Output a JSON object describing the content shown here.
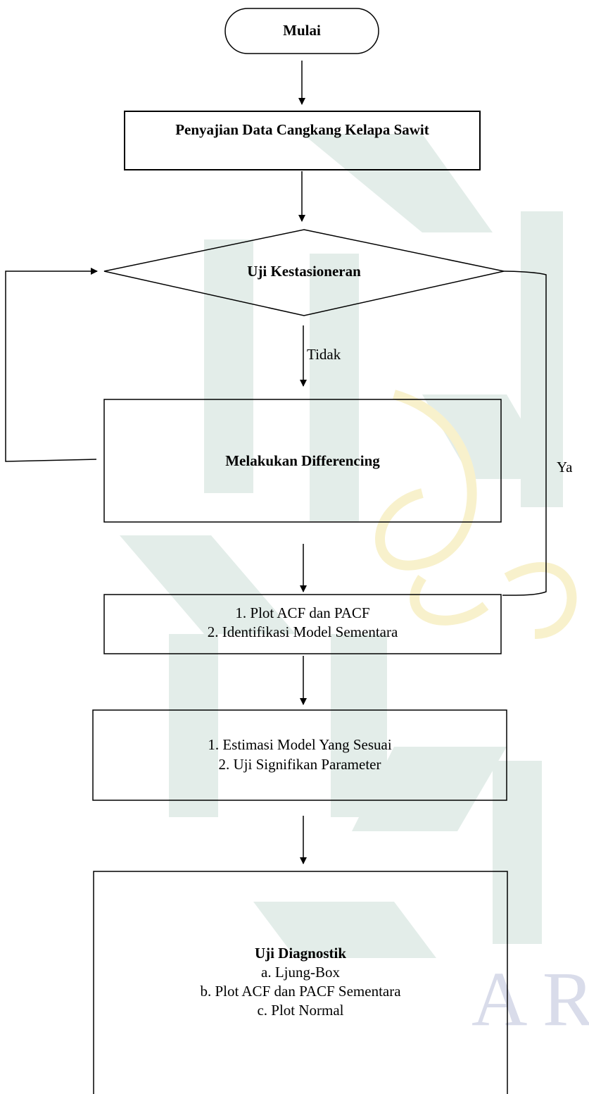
{
  "flowchart": {
    "start": {
      "label": "Mulai"
    },
    "step_data": {
      "label": "Penyajian Data Cangkang Kelapa Sawit"
    },
    "decision": {
      "label": "Uji Kestasioneran"
    },
    "label_no": "Tidak",
    "label_yes": "Ya",
    "step_diff": {
      "label": "Melakukan Differencing"
    },
    "step_identify": {
      "line1": "1. Plot ACF dan PACF",
      "line2": "2.  Identifikasi Model Sementara"
    },
    "step_estimate": {
      "line1": "1. Estimasi Model Yang Sesuai",
      "line2": "2. Uji Signifikan Parameter"
    },
    "step_diagnostic": {
      "title": "Uji Diagnostik",
      "item_a": "a. Ljung-Box",
      "item_b": "b. Plot ACF dan PACF Sementara",
      "item_c": "c. Plot Normal"
    },
    "watermark": {
      "text": "A R",
      "colors": {
        "teal": "#dde9e5",
        "yellow": "#fbf6d8",
        "navy": "#d9dcea"
      }
    }
  }
}
